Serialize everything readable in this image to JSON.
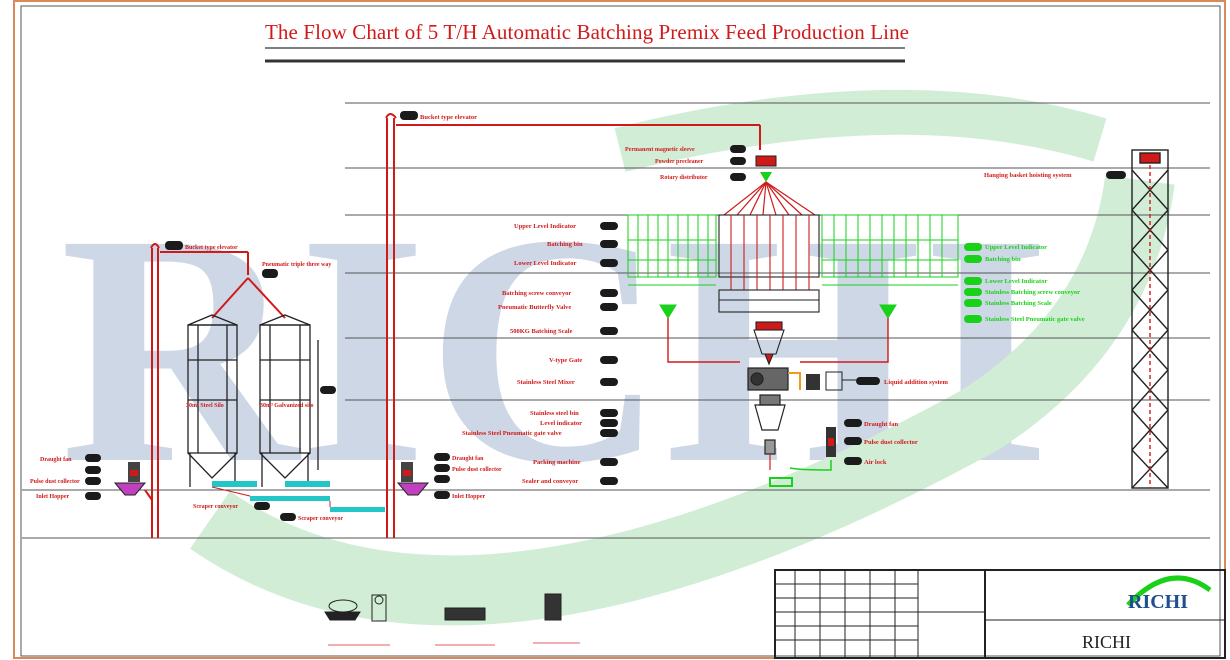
{
  "title": "The Flow Chart of 5 T/H Automatic Batching Premix Feed Production Line",
  "watermark": "RICHI",
  "colors": {
    "red": "#d01a1a",
    "green": "#19d119",
    "dark": "#222222",
    "watermark_blue": "#1f4f8f",
    "watermark_green": "#38b24a",
    "tag_fill": "#1b1b1b"
  },
  "labels": {
    "bucket_elevator_top": "Bucket type elevator",
    "magnetic_sleeve": "Permanent magnetic sleeve",
    "powder_cleaner": "Powder precleaner",
    "rotary_distributor": "Rotary distributor",
    "hanging_basket": "Hanging basket hoisting system",
    "upper_level_left": "Upper Level Indicator",
    "batching_bin_left": "Batching bin",
    "lower_level_left": "Lower Level Indicator",
    "batching_screw_left": "Batching screw conveyor",
    "butterfly_valve": "Pneumatic Butterfly Valve",
    "batching_scale": "500KG Batching Scale",
    "vtype_gate": "V-type Gate",
    "mixer": "Stainless Steel Mixer",
    "ss_bin": "Stainless steel bin",
    "level_indicator": "Level indicator",
    "ss_gate_valve": "Stainless Steel Pneumatic gate valve",
    "packing_machine": "Packing machine",
    "sealer_conveyor": "Sealer and conveyor",
    "upper_level_right": "Upper Level Indicator",
    "batching_bin_right": "Batching bin",
    "lower_level_right": "Lower Level Indicator",
    "ss_batching_screw_right": "Stainless Batching screw conveyor",
    "ss_batching_scale_right": "Stainless Batching Scale",
    "ss_gate_valve_right": "Stainless Steel Pneumatic gate valve",
    "liquid_system": "Liquid addition system",
    "draught_fan_right": "Draught fan",
    "pulse_collector_right": "Pulse dust collector",
    "air_lock": "Air lock",
    "bucket_elevator_left": "Bucket type elevator",
    "pneumatic_three_way": "Pneumatic triple three way",
    "silo_a": "30m³ Steel Silo",
    "silo_b": "30m³ Galvanized silo",
    "draught_fan_left": "Draught fan",
    "pulse_collector_left": "Pulse dust collector",
    "intake_hopper_left": "Inlet Hopper",
    "scraper_conveyor_a": "Scraper conveyor",
    "scraper_conveyor_b": "Scraper conveyor",
    "draught_fan_mid": "Draught fan",
    "pulse_collector_mid": "Pulse dust collector",
    "intake_hopper_mid": "Inlet Hopper"
  },
  "title_block": {
    "company": "RICHI",
    "logo": "RICHI"
  }
}
